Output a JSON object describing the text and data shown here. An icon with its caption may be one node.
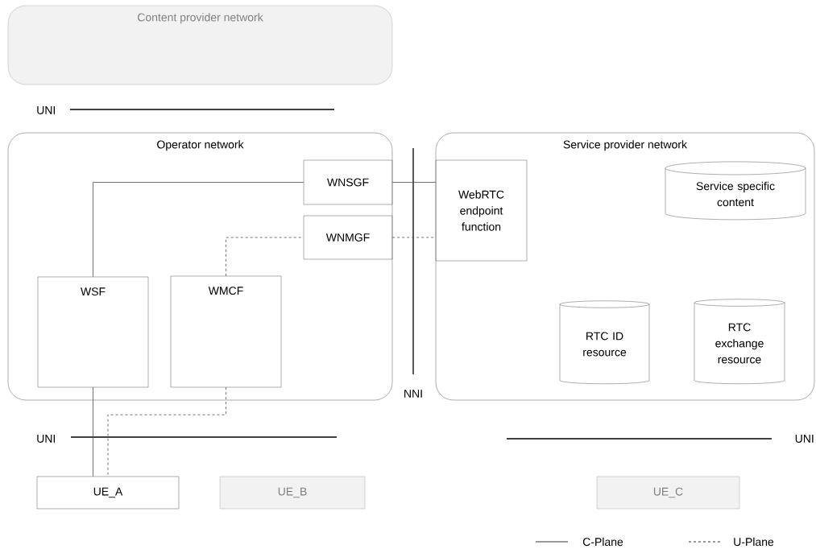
{
  "diagram": {
    "nodes": [
      {
        "text": [
          "Content provider network"
        ]
      },
      {
        "text": [
          "Operator network"
        ]
      },
      {
        "text": [
          "WNSGF"
        ],
        "in": 1
      },
      {
        "text": [
          "WNMGF"
        ],
        "in": 1
      },
      {
        "text": [
          "WSF"
        ],
        "in": 1
      },
      {
        "text": [
          "WMCF"
        ],
        "in": 1
      },
      {
        "text": [
          "Service provider network"
        ]
      },
      {
        "text": [
          "WebRTC endpoint function"
        ],
        "in": 6
      },
      {
        "text": [
          "Service specific content"
        ],
        "in": 6
      },
      {
        "text": [
          "RTC ID resource"
        ],
        "in": 6
      },
      {
        "text": [
          "RTC exchange resource"
        ],
        "in": 6
      },
      {
        "text": [
          "UE_A"
        ]
      },
      {
        "text": [
          "UE_B"
        ]
      },
      {
        "text": [
          "UE_C"
        ]
      }
    ],
    "edges": [
      {
        "from": 4,
        "to": 2,
        "arrow": "none"
      },
      {
        "from": 2,
        "to": 7,
        "arrow": "none"
      },
      {
        "from": 5,
        "to": 3,
        "arrow": "none",
        "style": "dashed"
      },
      {
        "from": 3,
        "to": 7,
        "arrow": "none",
        "style": "dashed"
      },
      {
        "from": 4,
        "to": 11,
        "arrow": "none"
      },
      {
        "from": 5,
        "to": 11,
        "arrow": "none",
        "style": "dashed"
      }
    ],
    "labels": [
      "UNI",
      "NNI",
      "UNI",
      "UNI"
    ],
    "legend": [
      {
        "text": "C-Plane"
      },
      {
        "text": "U-Plane"
      }
    ]
  }
}
